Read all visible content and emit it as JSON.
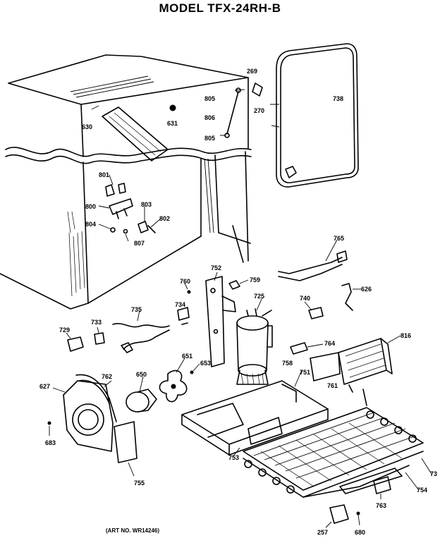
{
  "title": "MODEL TFX-24RH-B",
  "art_number": "(ART NO. WR14246)",
  "labels": {
    "p269": "269",
    "p805a": "805",
    "p806": "806",
    "p805b": "805",
    "p270": "270",
    "p738": "738",
    "p630": "630",
    "p631": "631",
    "p801": "801",
    "p800": "800",
    "p803": "803",
    "p804": "804",
    "p802": "802",
    "p807": "807",
    "p765": "765",
    "p752": "752",
    "p759": "759",
    "p760": "760",
    "p725": "725",
    "p740": "740",
    "p626": "626",
    "p735": "735",
    "p734": "734",
    "p733": "733",
    "p729": "729",
    "p764": "764",
    "p816": "816",
    "p651": "651",
    "p653": "653",
    "p650": "650",
    "p758": "758",
    "p751": "751",
    "p761": "761",
    "p627": "627",
    "p762": "762",
    "p683": "683",
    "p755": "755",
    "p753": "753",
    "p73": "73",
    "p754": "754",
    "p763": "763",
    "p257": "257",
    "p680": "680"
  }
}
